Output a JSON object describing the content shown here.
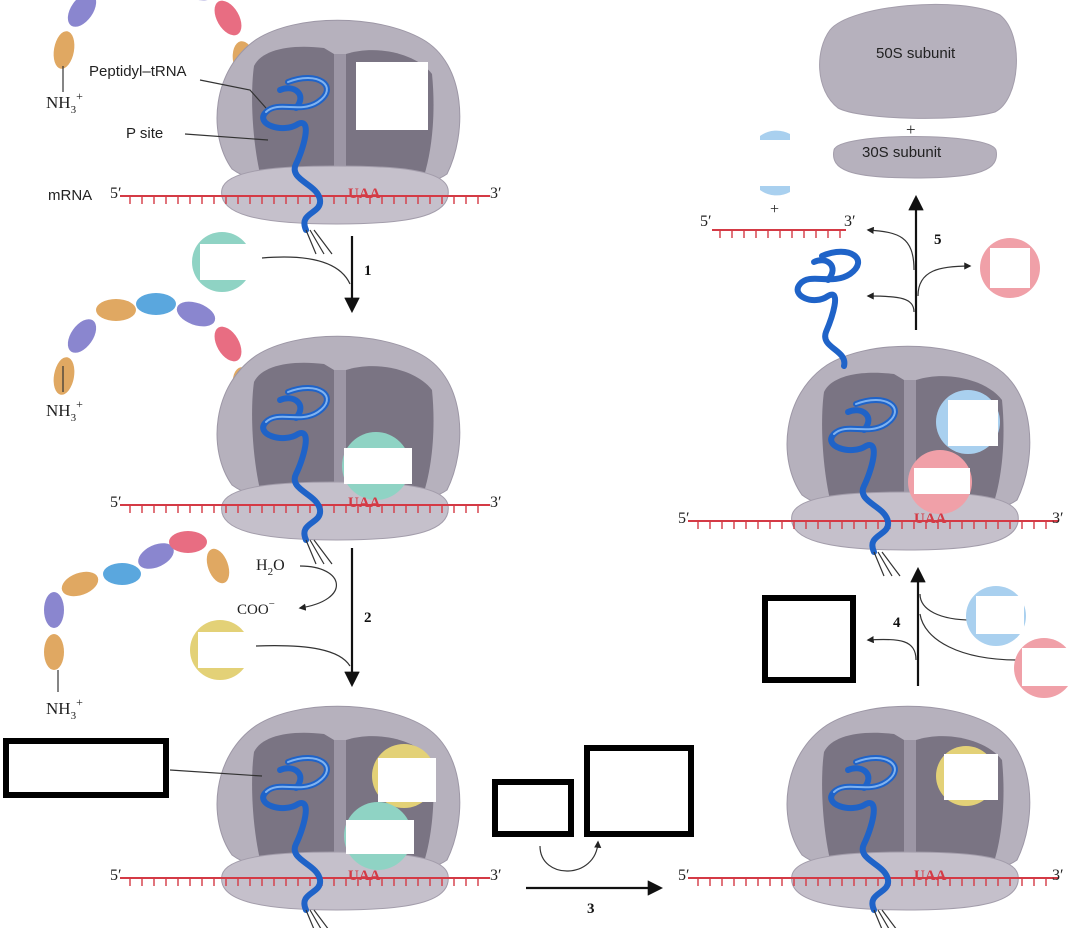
{
  "labels": {
    "peptidyl_trna": "Peptidyl–tRNA",
    "p_site": "P site",
    "mrna": "mRNA",
    "five_prime": "5′",
    "three_prime": "3′",
    "codon": "UAA",
    "nh3": "NH",
    "nh3_sub": "3",
    "nh3_sup": "+",
    "h2o_h": "H",
    "h2o_sub": "2",
    "h2o_o": "O",
    "coo": "COO",
    "coo_sup": "−",
    "subunit_50s": "50S subunit",
    "subunit_30s": "30S subunit",
    "plus": "+"
  },
  "steps": [
    "1",
    "2",
    "3",
    "4",
    "5"
  ],
  "colors": {
    "ribosome": "#b6b1bd",
    "trna": "#1f63c8",
    "mrna": "#d43a45",
    "factor_teal": "#8fd3c4",
    "factor_yellow": "#e3d177",
    "factor_blue": "#a9d0ef",
    "factor_pink": "#f0a0a8"
  }
}
